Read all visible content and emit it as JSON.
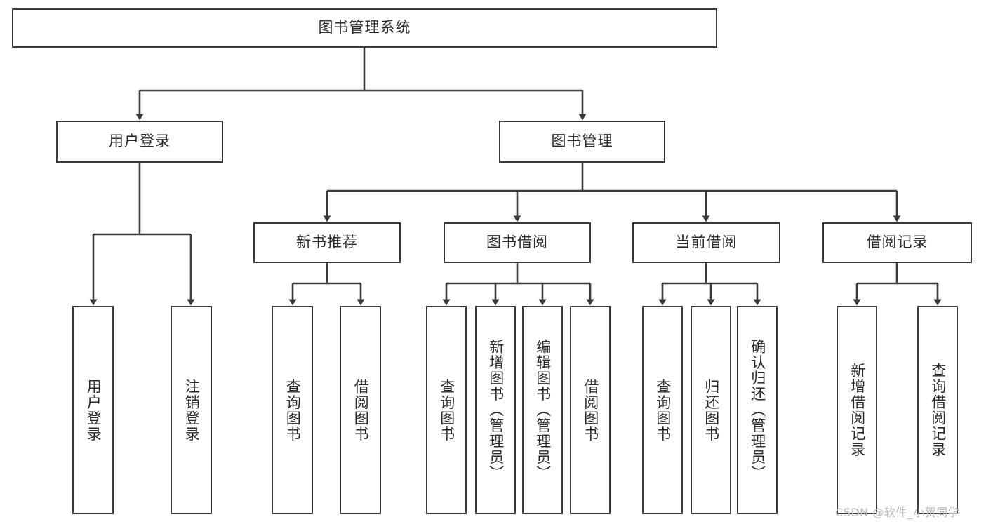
{
  "diagram": {
    "title": "图书管理系统",
    "type": "tree-hierarchy-chart",
    "watermark": "CSDN @软件_小贺同学",
    "colors": {
      "box_border": "#3a3a3a",
      "box_fill": "#ffffff",
      "connector": "#3a3a3a",
      "text": "#2b2b2b",
      "watermark": "#b9b9b9",
      "background": "#ffffff"
    },
    "root": {
      "label": "图书管理系统"
    },
    "level2": [
      {
        "label": "用户登录"
      },
      {
        "label": "图书管理"
      }
    ],
    "level3": [
      {
        "label": "新书推荐"
      },
      {
        "label": "图书借阅"
      },
      {
        "label": "当前借阅"
      },
      {
        "label": "借阅记录"
      }
    ],
    "leaves": {
      "user_login": [
        {
          "label": "用户登录"
        },
        {
          "label": "注销登录"
        }
      ],
      "new_book_recommend": [
        {
          "label": "查询图书"
        },
        {
          "label": "借阅图书"
        }
      ],
      "book_borrow": [
        {
          "label": "查询图书"
        },
        {
          "label": "新增图书（管理员）"
        },
        {
          "label": "编辑图书（管理员）"
        },
        {
          "label": "借阅图书"
        }
      ],
      "current_borrow": [
        {
          "label": "查询图书"
        },
        {
          "label": "归还图书"
        },
        {
          "label": "确认归还（管理员）"
        }
      ],
      "borrow_record": [
        {
          "label": "新增借阅记录"
        },
        {
          "label": "查询借阅记录"
        }
      ]
    }
  }
}
